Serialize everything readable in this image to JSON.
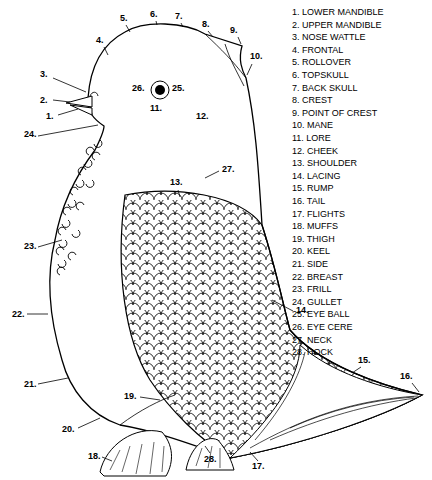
{
  "diagram": {
    "labels": [
      "1. LOWER MANDIBLE",
      "2. UPPER MANDIBLE",
      "3. NOSE WATTLE",
      "4. FRONTAL",
      "5. ROLLOVER",
      "6. TOPSKULL",
      "7. BACK SKULL",
      "8. CREST",
      "9. POINT OF CREST",
      "10. MANE",
      "11. LORE",
      "12. CHEEK",
      "13. SHOULDER",
      "14. LACING",
      "15. RUMP",
      "16. TAIL",
      "17. FLIGHTS",
      "18. MUFFS",
      "19. THIGH",
      "20. KEEL",
      "21. SIDE",
      "22. BREAST",
      "23. FRILL",
      "24. GULLET",
      "25. EYE BALL",
      "26. EYE CERE",
      "27. NECK",
      "28. HOCK",
      "4.",
      "5.",
      "6.",
      "7.",
      "8.",
      "9.",
      "10.",
      "3.",
      "26.",
      "25.",
      "2.",
      "11.",
      "1.",
      "24.",
      "12.",
      "27.",
      "13.",
      "23.",
      "14.",
      "22.",
      "21.",
      "15.",
      "16.",
      "20.",
      "19.",
      "18.",
      "28.",
      "17."
    ]
  }
}
